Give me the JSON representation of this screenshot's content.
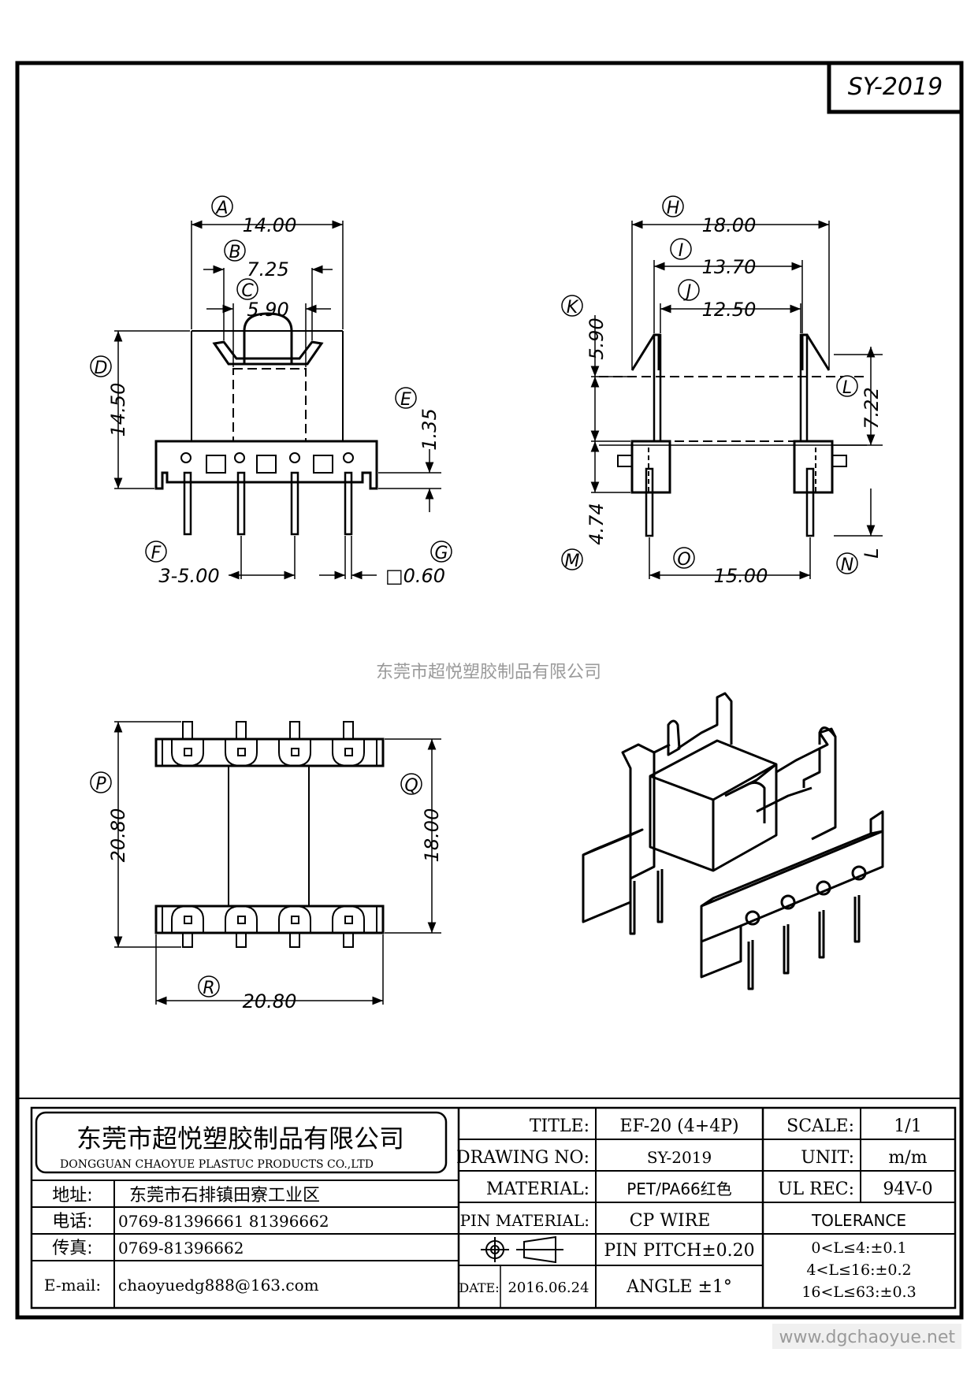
{
  "sheet": {
    "drawing_code": "SY-2019",
    "watermark_company": "东莞市超悦塑胶制品有限公司",
    "footer_url": "www.dgchaoyue.net"
  },
  "callouts": {
    "A": "A",
    "B": "B",
    "C": "C",
    "D": "D",
    "E": "E",
    "F": "F",
    "G": "G",
    "H": "H",
    "I": "I",
    "J": "J",
    "K": "K",
    "L": "L",
    "M": "M",
    "N": "N",
    "O": "O",
    "P": "P",
    "Q": "Q",
    "R": "R"
  },
  "dimensions": {
    "front_width": "14.00",
    "front_inner_width": "7.25",
    "front_slot_width": "5.90",
    "front_height": "14.50",
    "front_base_height": "1.35",
    "pin_pitch": "3-5.00",
    "pin_size": "□0.60",
    "side_width": "18.00",
    "side_inner_width": "13.70",
    "side_slot_width": "12.50",
    "side_top_height": "5.90",
    "side_mid_height": "7.22",
    "side_pin_height": "4.74",
    "side_pin_span": "15.00",
    "side_pin_length": "L",
    "bottom_height_outer": "20.80",
    "bottom_height_inner": "18.00",
    "bottom_width": "20.80"
  },
  "title_block": {
    "company_cn": "东莞市超悦塑胶制品有限公司",
    "company_en": "DONGGUAN CHAOYUE PLASTUC PRODUCTS CO.,LTD",
    "address_label": "地址:",
    "address": "东莞市石排镇田寮工业区",
    "phone_label": "电话:",
    "phone": "0769-81396661  81396662",
    "fax_label": "传真:",
    "fax": "0769-81396662",
    "email_label": "E-mail:",
    "email": "chaoyuedg888@163.com",
    "title_label": "TITLE:",
    "title": "EF-20 (4+4P)",
    "drawing_no_label": "DRAWING NO:",
    "drawing_no": "SY-2019",
    "material_label": "MATERIAL:",
    "material": "PET/PA66红色",
    "pin_material_label": "PIN MATERIAL:",
    "pin_material": "CP WIRE",
    "pin_pitch": "PIN PITCH±0.20",
    "date_label": "DATE:",
    "date": "2016.06.24",
    "angle": "ANGLE ±1°",
    "scale_label": "SCALE:",
    "scale": "1/1",
    "unit_label": "UNIT:",
    "unit": "m/m",
    "ul_label": "UL REC:",
    "ul": "94V-0",
    "tolerance_label": "TOLERANCE",
    "tolerance_1": "0<L≤4:±0.1",
    "tolerance_2": "4<L≤16:±0.2",
    "tolerance_3": "16<L≤63:±0.3"
  }
}
